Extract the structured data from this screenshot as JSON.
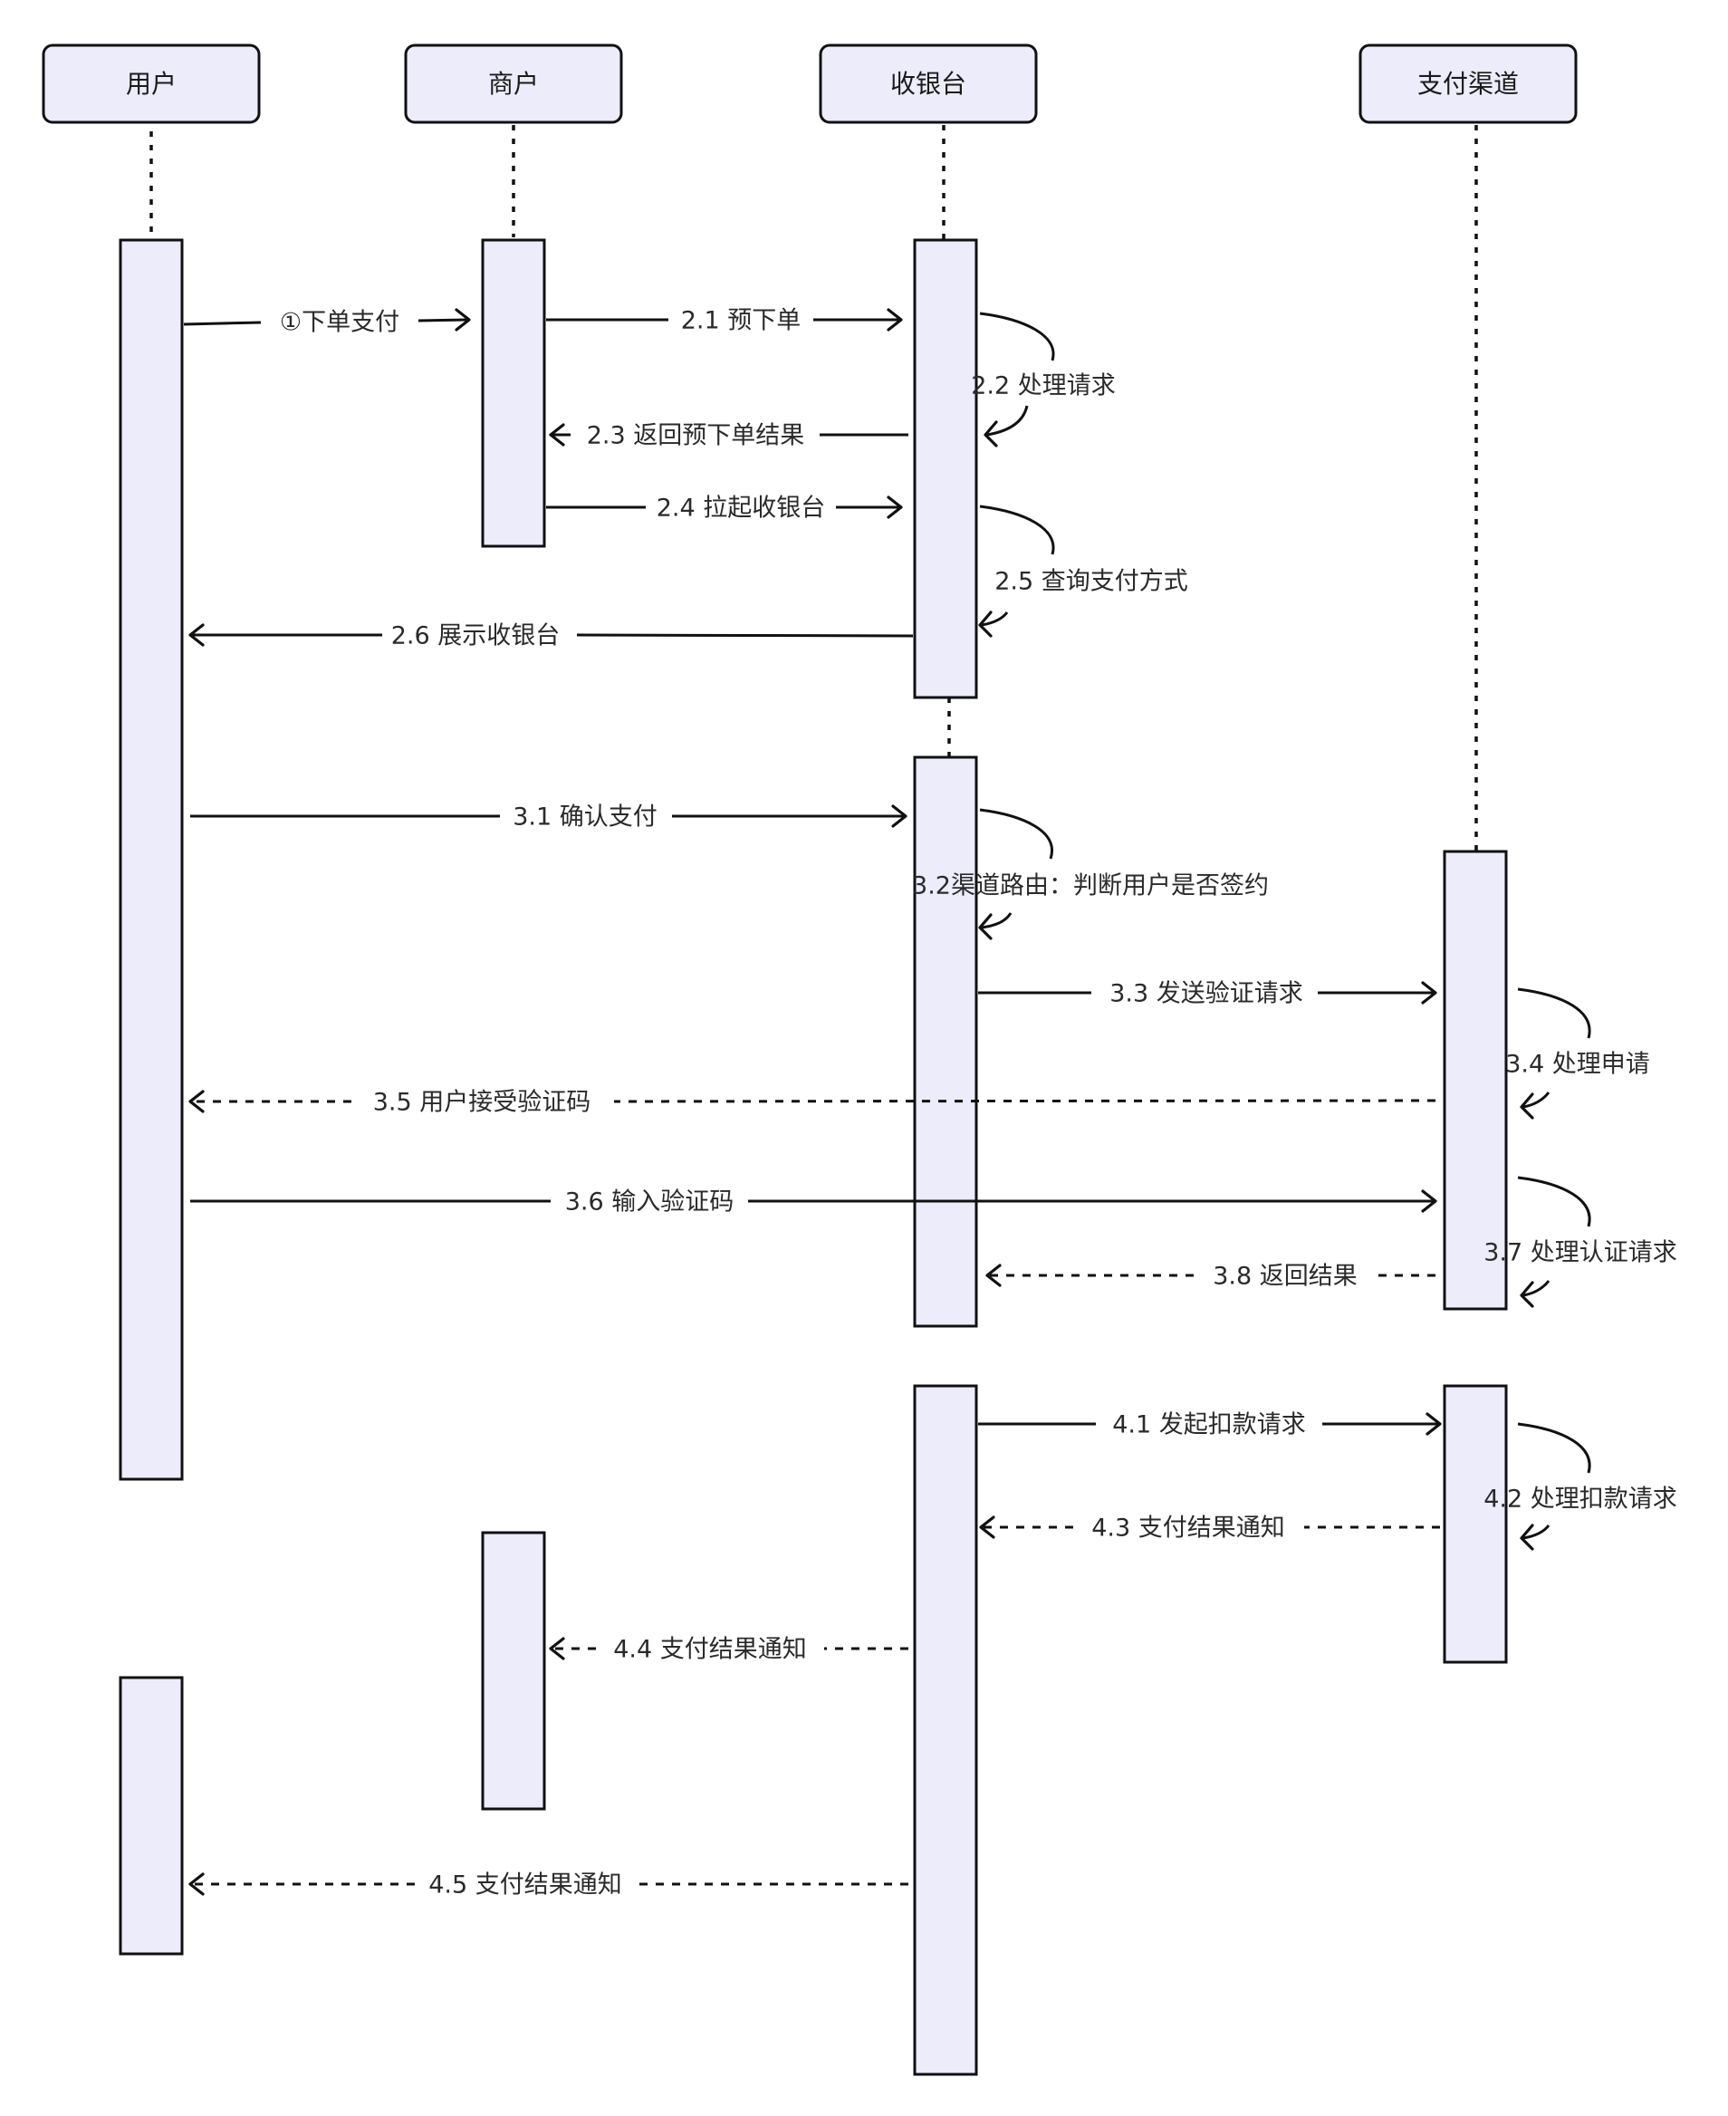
{
  "participants": [
    {
      "id": "user",
      "label": "用户"
    },
    {
      "id": "merchant",
      "label": "商户"
    },
    {
      "id": "cashier",
      "label": "收银台"
    },
    {
      "id": "channel",
      "label": "支付渠道"
    }
  ],
  "messages": [
    {
      "id": "m1",
      "label": "①下单支付",
      "from": "user",
      "to": "merchant",
      "style": "solid"
    },
    {
      "id": "m21",
      "label": "2.1 预下单",
      "from": "merchant",
      "to": "cashier",
      "style": "solid"
    },
    {
      "id": "m22",
      "label": "2.2 处理请求",
      "from": "cashier",
      "to": "cashier",
      "style": "self"
    },
    {
      "id": "m23",
      "label": "2.3 返回预下单结果",
      "from": "cashier",
      "to": "merchant",
      "style": "solid"
    },
    {
      "id": "m24",
      "label": "2.4 拉起收银台",
      "from": "merchant",
      "to": "cashier",
      "style": "solid"
    },
    {
      "id": "m25",
      "label": "2.5 查询支付方式",
      "from": "cashier",
      "to": "cashier",
      "style": "self"
    },
    {
      "id": "m26",
      "label": "2.6 展示收银台",
      "from": "cashier",
      "to": "user",
      "style": "solid"
    },
    {
      "id": "m31",
      "label": "3.1 确认支付",
      "from": "user",
      "to": "cashier",
      "style": "solid"
    },
    {
      "id": "m32",
      "label": "3.2渠道路由：判断用户是否签约",
      "from": "cashier",
      "to": "cashier",
      "style": "self"
    },
    {
      "id": "m33",
      "label": "3.3 发送验证请求",
      "from": "cashier",
      "to": "channel",
      "style": "solid"
    },
    {
      "id": "m34",
      "label": "3.4 处理申请",
      "from": "channel",
      "to": "channel",
      "style": "self"
    },
    {
      "id": "m35",
      "label": "3.5 用户接受验证码",
      "from": "channel",
      "to": "user",
      "style": "dashed"
    },
    {
      "id": "m36",
      "label": "3.6 输入验证码",
      "from": "user",
      "to": "channel",
      "style": "solid"
    },
    {
      "id": "m37",
      "label": "3.7 处理认证请求",
      "from": "channel",
      "to": "channel",
      "style": "self"
    },
    {
      "id": "m38",
      "label": "3.8 返回结果",
      "from": "channel",
      "to": "cashier",
      "style": "dashed"
    },
    {
      "id": "m41",
      "label": "4.1 发起扣款请求",
      "from": "cashier",
      "to": "channel",
      "style": "solid"
    },
    {
      "id": "m42",
      "label": "4.2 处理扣款请求",
      "from": "channel",
      "to": "channel",
      "style": "self"
    },
    {
      "id": "m43",
      "label": "4.3 支付结果通知",
      "from": "channel",
      "to": "cashier",
      "style": "dashed"
    },
    {
      "id": "m44",
      "label": "4.4 支付结果通知",
      "from": "cashier",
      "to": "merchant",
      "style": "dashed"
    },
    {
      "id": "m45",
      "label": "4.5 支付结果通知",
      "from": "cashier",
      "to": "user",
      "style": "dashed"
    }
  ]
}
